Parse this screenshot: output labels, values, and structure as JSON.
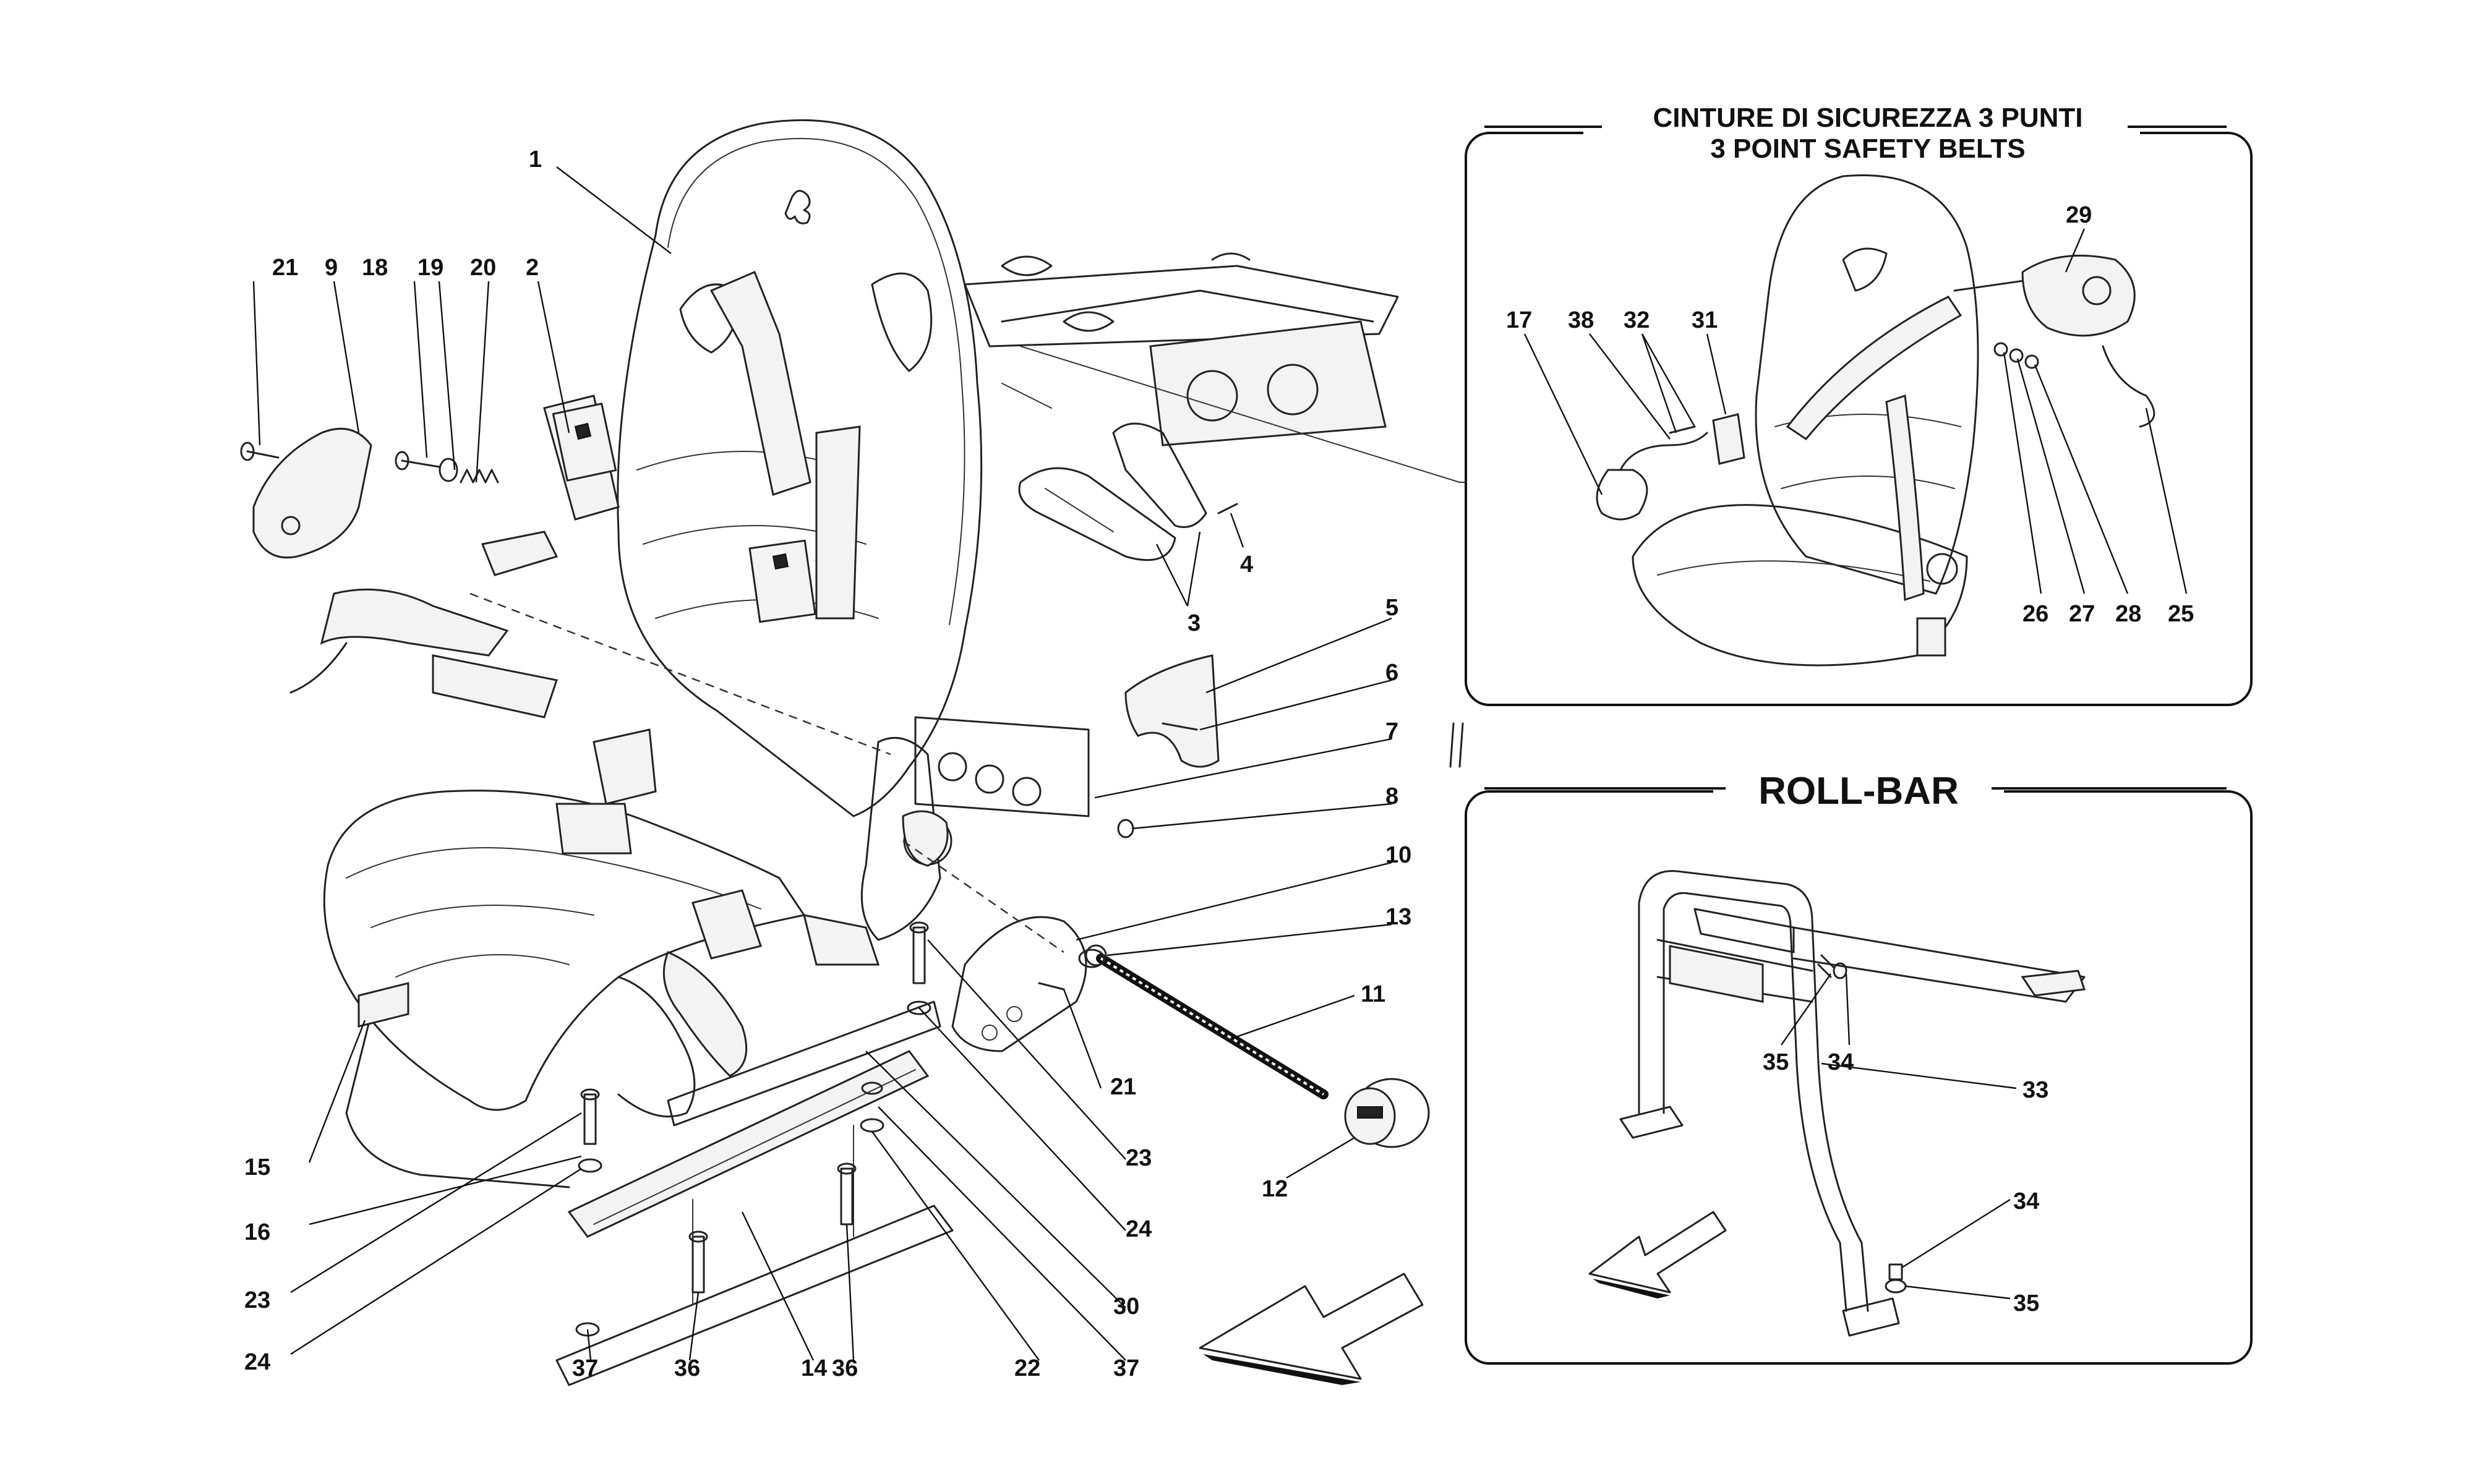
{
  "panels": {
    "belts_title_line1": "CINTURE DI SICUREZZA 3 PUNTI",
    "belts_title_line2": "3 POINT SAFETY BELTS",
    "rollbar_title": "ROLL-BAR"
  },
  "callouts": {
    "c1": "1",
    "c2": "2",
    "c3": "3",
    "c4": "4",
    "c5": "5",
    "c6": "6",
    "c7": "7",
    "c8": "8",
    "c9": "9",
    "c10": "10",
    "c11": "11",
    "c12": "12",
    "c13": "13",
    "c14": "14",
    "c15": "15",
    "c16": "16",
    "c17": "17",
    "c18": "18",
    "c19": "19",
    "c20": "20",
    "c21a": "21",
    "c21b": "21",
    "c22": "22",
    "c23a": "23",
    "c23b": "23",
    "c24a": "24",
    "c24b": "24",
    "c25": "25",
    "c26": "26",
    "c27": "27",
    "c28": "28",
    "c29": "29",
    "c30": "30",
    "c31": "31",
    "c32": "32",
    "c33": "33",
    "c34a": "34",
    "c34b": "34",
    "c35a": "35",
    "c35b": "35",
    "c36a": "36",
    "c36b": "36",
    "c37a": "37",
    "c37b": "37",
    "c38": "38"
  },
  "icons": {
    "direction": "arrow-icon",
    "brand": "prancing-horse-icon"
  }
}
